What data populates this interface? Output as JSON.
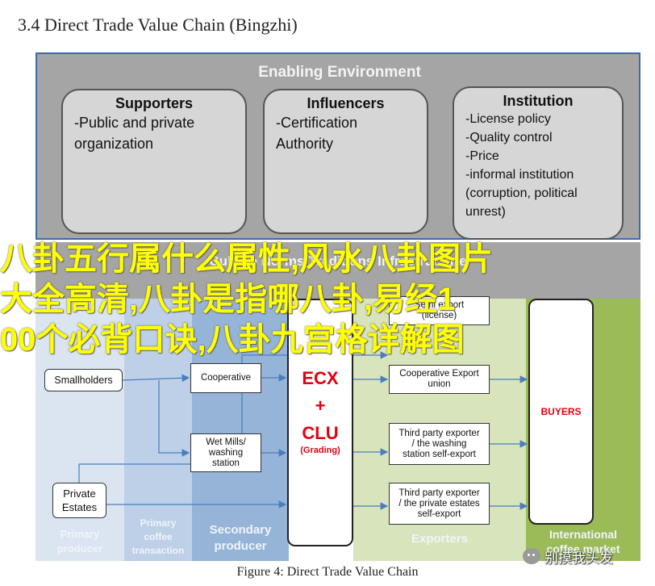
{
  "section_heading": "3.4 Direct Trade Value Chain (Bingzhi)",
  "enabling_environment": {
    "title": "Enabling Environment",
    "supporters": {
      "heading": "Supporters",
      "body": "-Public and private\norganization"
    },
    "influencers": {
      "heading": "Influencers",
      "body": "-Certification\nAuthority"
    },
    "institution": {
      "heading": "Institution",
      "body": "-License policy\n-Quality control\n-Price\n-informal institution\n(corruption, political\nunrest)"
    }
  },
  "support_band_title": "Culture Norms Traditions Infrastructure",
  "columns": {
    "primary": "Primary\nproducer",
    "transaction": "Primary\ncoffee\ntransaction",
    "secondary": "Secondary\nproducer",
    "exporters": "Exporters",
    "international": "International\ncoffee market"
  },
  "nodes": {
    "smallholders": "Smallholders",
    "private_estates": "Private\nEstates",
    "cooperative": "Cooperative",
    "wet_mills": "Wet Mills/\nwashing\nstation",
    "ecx": "ECX\n+\nCLU",
    "ecx_sub": "(Grading)",
    "semi_export": "Semi export\n(license)",
    "coop_export": "Cooperative Export\nunion",
    "third_party_washing": "Third party exporter\n/ the washing\nstation self-export",
    "third_party_estates": "Third party exporter\n/ the private estates\nself-export",
    "buyers": "BUYERS"
  },
  "overlay_text": "八卦五行属什么属性,风水八卦图片\n大全高清,八卦是指哪八卦,易经1\n00个必背口诀,八卦九宫格详解图",
  "figure_caption": "Figure 4: Direct Trade Value Chain",
  "watermark": {
    "icon": "wechat-icon",
    "text": "别摸我头发"
  },
  "colors": {
    "panel_gray": "#a5a5a5",
    "primary_band": "#dbe5f1",
    "secondary_band": "#95b4d8",
    "exporter_band": "#d8e4bc",
    "market_band": "#9bbb59",
    "accent_red": "#e3000f",
    "overlay_yellow": "#ffff00",
    "arrow_blue": "#4a7ebb"
  }
}
